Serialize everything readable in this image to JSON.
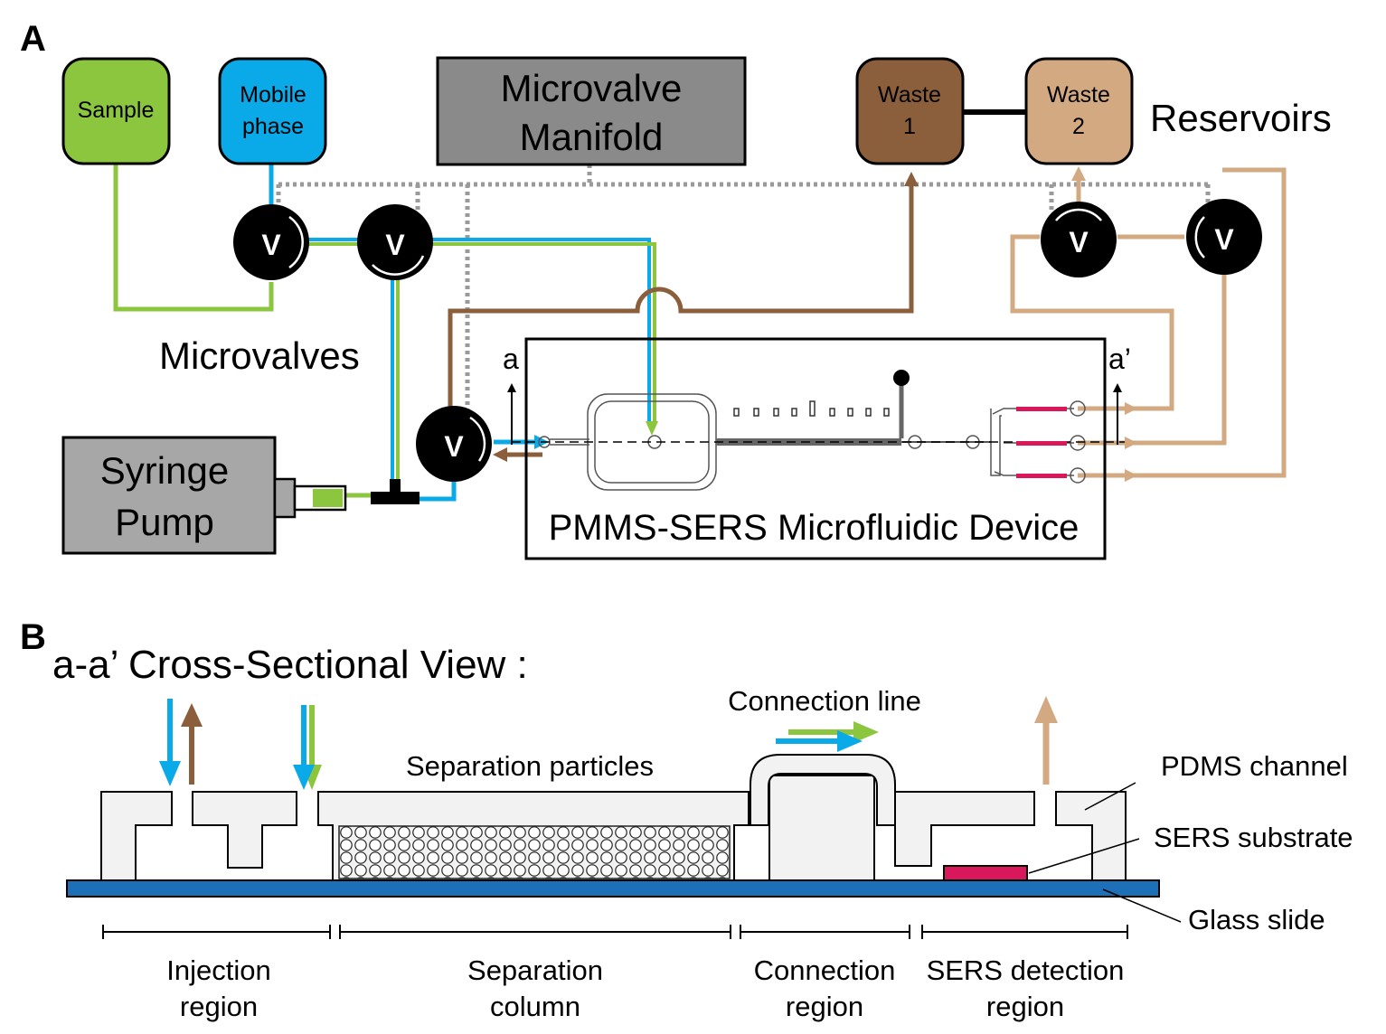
{
  "panel_a": {
    "label": "A",
    "sample": "Sample",
    "mobile_line1": "Mobile",
    "mobile_line2": "phase",
    "manifold_line1": "Microvalve",
    "manifold_line2": "Manifold",
    "waste1_line1": "Waste",
    "waste1_line2": "1",
    "waste2_line1": "Waste",
    "waste2_line2": "2",
    "reservoirs": "Reservoirs",
    "microvalves": "Microvalves",
    "valve_letter": "V",
    "pump_line1": "Syringe",
    "pump_line2": "Pump",
    "device": "PMMS-SERS Microfluidic Device",
    "mark_a": "a",
    "mark_a_prime": "a’"
  },
  "panel_b": {
    "label": "B",
    "title": "a-a’ Cross-Sectional View :",
    "connection_line": "Connection line",
    "separation_particles": "Separation particles",
    "pdms_channel": "PDMS channel",
    "sers_substrate": "SERS substrate",
    "glass_slide": "Glass slide",
    "regions": [
      {
        "line1": "Injection",
        "line2": "region"
      },
      {
        "line1": "Separation",
        "line2": "column"
      },
      {
        "line1": "Connection",
        "line2": "region"
      },
      {
        "line1": "SERS detection",
        "line2": "region"
      }
    ]
  },
  "colors": {
    "sample_green": "#8cc63f",
    "mobile_blue": "#0aa9e8",
    "waste1_brown": "#8b5e3c",
    "waste2_tan": "#d3a982",
    "manifold_gray": "#8a8a8a",
    "pump_gray": "#a7a7a7",
    "sers_pink": "#d9185c",
    "glass_blue": "#1d6fb8",
    "pdms_fill": "#f2f2f2"
  }
}
